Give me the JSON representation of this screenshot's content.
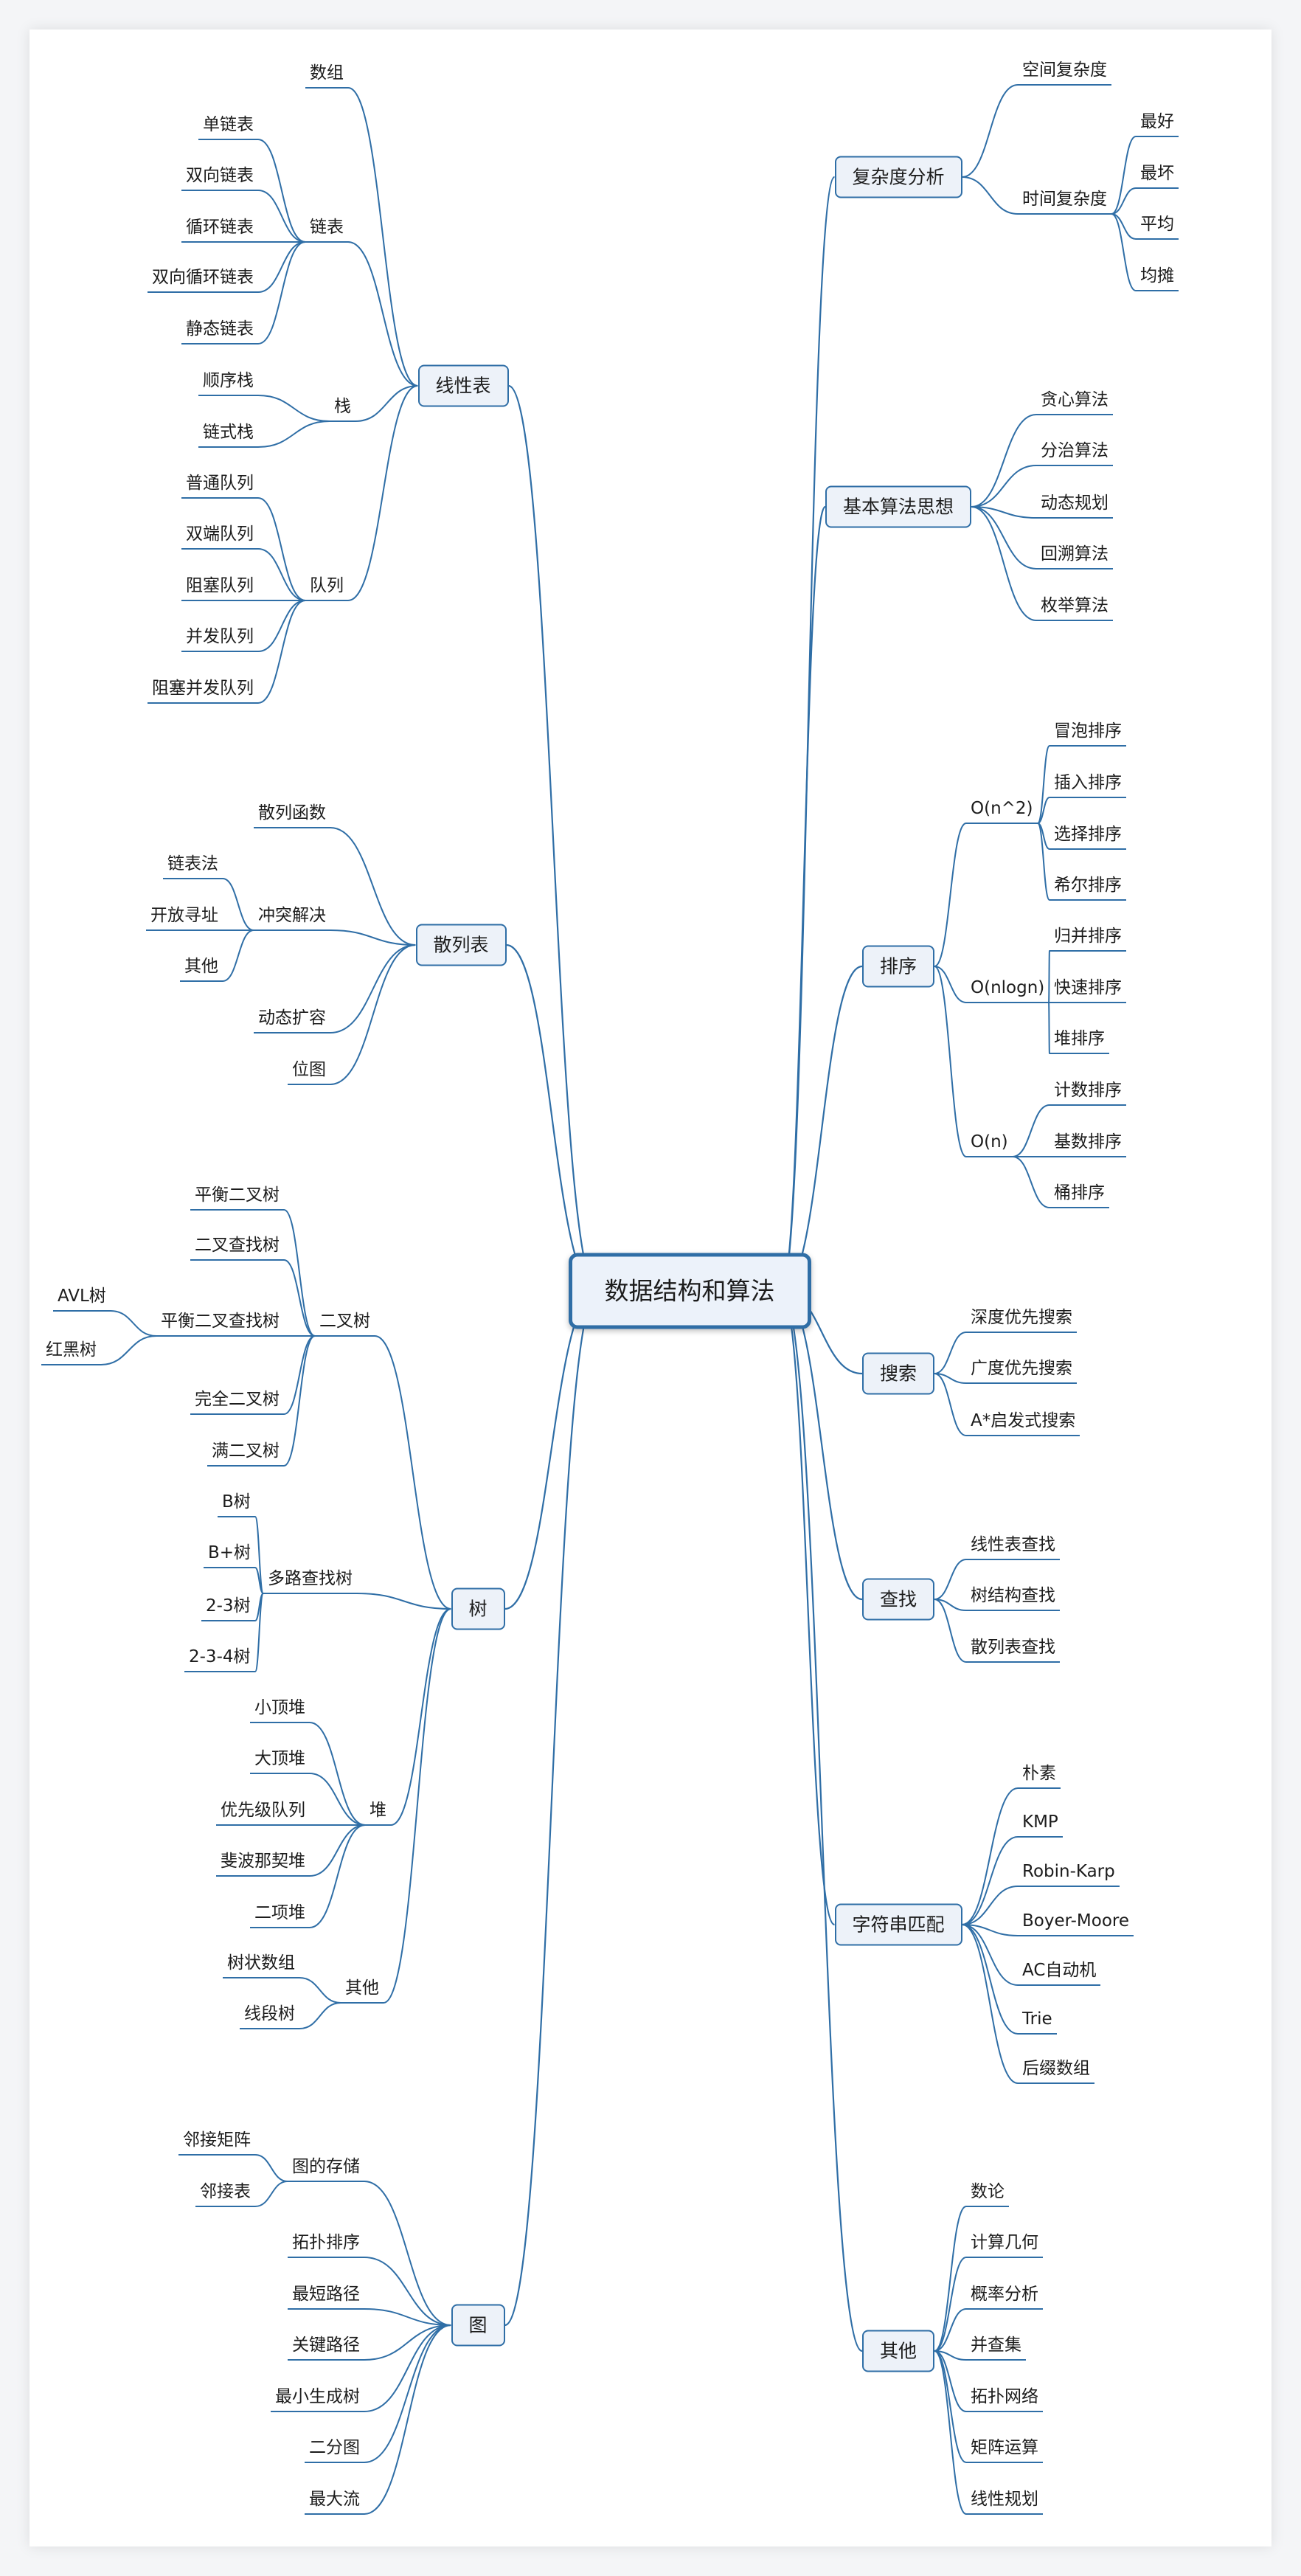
{
  "colors": {
    "line": "#2f6ea6",
    "box_fill": "#edf2f9",
    "center_fill": "#ecf2fa"
  },
  "root": {
    "label": "数据结构和算法",
    "left": [
      {
        "label": "线性表",
        "children": [
          {
            "label": "数组"
          },
          {
            "label": "链表",
            "children": [
              {
                "label": "单链表"
              },
              {
                "label": "双向链表"
              },
              {
                "label": "循环链表"
              },
              {
                "label": "双向循环链表"
              },
              {
                "label": "静态链表"
              }
            ]
          },
          {
            "label": "栈",
            "children": [
              {
                "label": "顺序栈"
              },
              {
                "label": "链式栈"
              }
            ]
          },
          {
            "label": "队列",
            "children": [
              {
                "label": "普通队列"
              },
              {
                "label": "双端队列"
              },
              {
                "label": "阻塞队列"
              },
              {
                "label": "并发队列"
              },
              {
                "label": "阻塞并发队列"
              }
            ]
          }
        ]
      },
      {
        "label": "散列表",
        "children": [
          {
            "label": "散列函数"
          },
          {
            "label": "冲突解决",
            "children": [
              {
                "label": "链表法"
              },
              {
                "label": "开放寻址"
              },
              {
                "label": "其他"
              }
            ]
          },
          {
            "label": "动态扩容"
          },
          {
            "label": "位图"
          }
        ]
      },
      {
        "label": "树",
        "children": [
          {
            "label": "二叉树",
            "children": [
              {
                "label": "平衡二叉树"
              },
              {
                "label": "二叉查找树"
              },
              {
                "label": "平衡二叉查找树",
                "children": [
                  {
                    "label": "AVL树"
                  },
                  {
                    "label": "红黑树"
                  }
                ]
              },
              {
                "label": "完全二叉树"
              },
              {
                "label": "满二叉树"
              }
            ]
          },
          {
            "label": "多路查找树",
            "children": [
              {
                "label": "B树"
              },
              {
                "label": "B+树"
              },
              {
                "label": "2-3树"
              },
              {
                "label": "2-3-4树"
              }
            ]
          },
          {
            "label": "堆",
            "children": [
              {
                "label": "小顶堆"
              },
              {
                "label": "大顶堆"
              },
              {
                "label": "优先级队列"
              },
              {
                "label": "斐波那契堆"
              },
              {
                "label": "二项堆"
              }
            ]
          },
          {
            "label": "其他",
            "children": [
              {
                "label": "树状数组"
              },
              {
                "label": "线段树"
              }
            ]
          }
        ]
      },
      {
        "label": "图",
        "children": [
          {
            "label": "图的存储",
            "children": [
              {
                "label": "邻接矩阵"
              },
              {
                "label": "邻接表"
              }
            ]
          },
          {
            "label": "拓扑排序"
          },
          {
            "label": "最短路径"
          },
          {
            "label": "关键路径"
          },
          {
            "label": "最小生成树"
          },
          {
            "label": "二分图"
          },
          {
            "label": "最大流"
          }
        ]
      }
    ],
    "right": [
      {
        "label": "复杂度分析",
        "children": [
          {
            "label": "空间复杂度"
          },
          {
            "label": "时间复杂度",
            "children": [
              {
                "label": "最好"
              },
              {
                "label": "最坏"
              },
              {
                "label": "平均"
              },
              {
                "label": "均摊"
              }
            ]
          }
        ]
      },
      {
        "label": "基本算法思想",
        "children": [
          {
            "label": "贪心算法"
          },
          {
            "label": "分治算法"
          },
          {
            "label": "动态规划"
          },
          {
            "label": "回溯算法"
          },
          {
            "label": "枚举算法"
          }
        ]
      },
      {
        "label": "排序",
        "children": [
          {
            "label": "O(n^2)",
            "children": [
              {
                "label": "冒泡排序"
              },
              {
                "label": "插入排序"
              },
              {
                "label": "选择排序"
              },
              {
                "label": "希尔排序"
              }
            ]
          },
          {
            "label": "O(nlogn)",
            "children": [
              {
                "label": "归并排序"
              },
              {
                "label": "快速排序"
              },
              {
                "label": "堆排序"
              }
            ]
          },
          {
            "label": "O(n)",
            "children": [
              {
                "label": "计数排序"
              },
              {
                "label": "基数排序"
              },
              {
                "label": "桶排序"
              }
            ]
          }
        ]
      },
      {
        "label": "搜索",
        "children": [
          {
            "label": "深度优先搜索"
          },
          {
            "label": "广度优先搜索"
          },
          {
            "label": "A*启发式搜索"
          }
        ]
      },
      {
        "label": "查找",
        "children": [
          {
            "label": "线性表查找"
          },
          {
            "label": "树结构查找"
          },
          {
            "label": "散列表查找"
          }
        ]
      },
      {
        "label": "字符串匹配",
        "children": [
          {
            "label": "朴素"
          },
          {
            "label": "KMP"
          },
          {
            "label": "Robin-Karp"
          },
          {
            "label": "Boyer-Moore"
          },
          {
            "label": "AC自动机"
          },
          {
            "label": "Trie"
          },
          {
            "label": "后缀数组"
          }
        ]
      },
      {
        "label": "其他",
        "children": [
          {
            "label": "数论"
          },
          {
            "label": "计算几何"
          },
          {
            "label": "概率分析"
          },
          {
            "label": "并查集"
          },
          {
            "label": "拓扑网络"
          },
          {
            "label": "矩阵运算"
          },
          {
            "label": "线性规划"
          }
        ]
      }
    ]
  }
}
